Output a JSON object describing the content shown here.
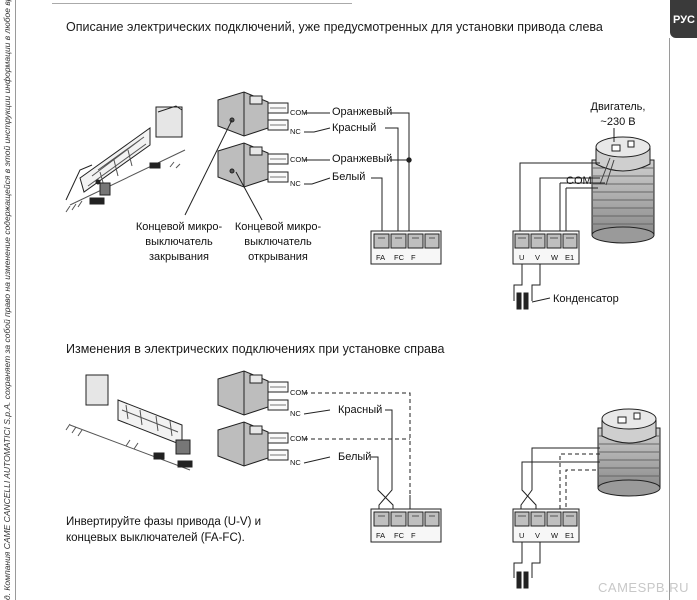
{
  "side_note": "д. Компания CAME CANCELLI AUTOMATICI S.p.A. сохраняет за собой право на изменение содержащейся в этой инструкции информации в любое время и без предварительного уведомления",
  "lang_tab": "РУС",
  "section_1": {
    "heading": "Описание электрических подключений, уже предусмотренных для установки привода слева",
    "switch_tags": [
      "COM",
      "NC",
      "COM",
      "NC"
    ],
    "wire_labels": {
      "orange_1": "Оранжевый",
      "red": "Красный",
      "orange_2": "Оранжевый",
      "white": "Белый"
    },
    "closing_switch_label": [
      "Концевой микро-",
      "выключатель",
      "закрывания"
    ],
    "opening_switch_label": [
      "Концевой микро-",
      "выключатель",
      "открывания"
    ],
    "limit_terminal_pins": [
      "FA",
      "FC",
      "F"
    ],
    "motor_label": [
      "Двигатель,",
      "~230 В"
    ],
    "com_label": "COM",
    "motor_terminal_pins": [
      "U",
      "V",
      "W",
      "E1"
    ],
    "capacitor_label": "Конденсатор"
  },
  "section_2": {
    "heading": "Изменения в электрических подключениях при установке справа",
    "switch_tags": [
      "COM",
      "NC",
      "COM",
      "NC"
    ],
    "wire_labels": {
      "red": "Красный",
      "white": "Белый"
    },
    "note": [
      "Инвертируйте фазы привода (U-V) и",
      "концевых выключателей (FA-FC)."
    ],
    "limit_terminal_pins": [
      "FA",
      "FC",
      "F"
    ],
    "motor_terminal_pins": [
      "U",
      "V",
      "W",
      "E1"
    ]
  },
  "watermark": "CAMESPB.RU"
}
